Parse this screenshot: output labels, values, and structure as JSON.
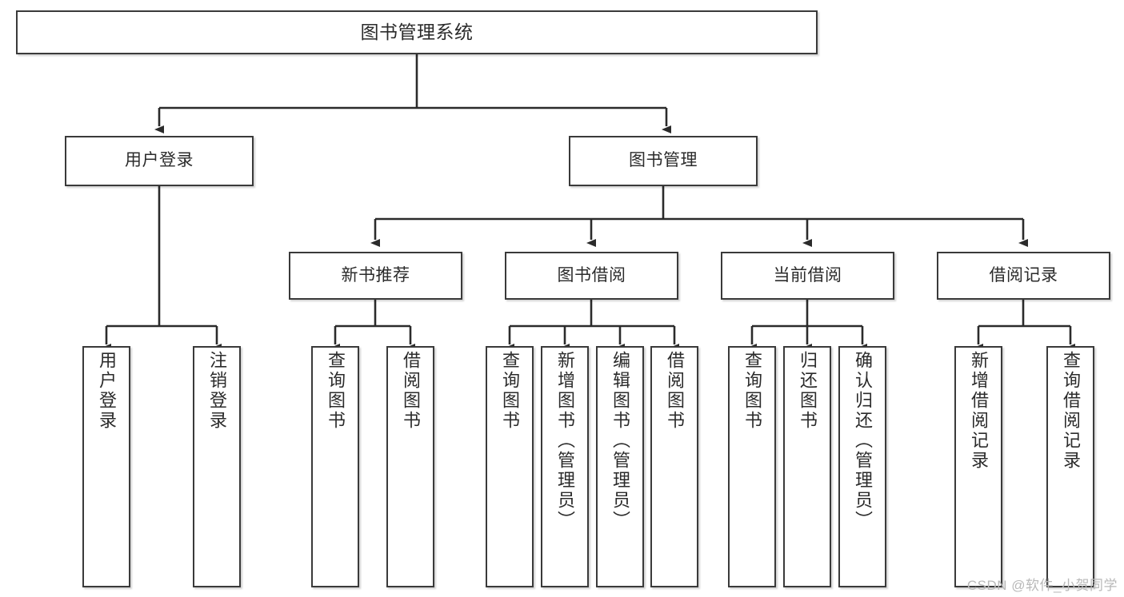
{
  "diagram": {
    "title": "图书管理系统",
    "type": "tree",
    "watermark": "CSDN @软件_小贺同学",
    "colors": {
      "box_border": "#3a3a3a",
      "box_fill": "#ffffff",
      "connector": "#2b2b2b",
      "text": "#2b2b2b",
      "watermark": "#b9b9b9"
    },
    "nodes": {
      "root": {
        "label": "图书管理系统"
      },
      "level2": [
        {
          "id": "user-login",
          "label": "用户登录"
        },
        {
          "id": "book-manage",
          "label": "图书管理"
        }
      ],
      "level3": [
        {
          "id": "new-book-recommend",
          "label": "新书推荐"
        },
        {
          "id": "book-borrow",
          "label": "图书借阅"
        },
        {
          "id": "current-borrow",
          "label": "当前借阅"
        },
        {
          "id": "borrow-record",
          "label": "借阅记录"
        }
      ],
      "leaves": {
        "user-login": [
          {
            "id": "leaf-user-login",
            "label": "用户登录"
          },
          {
            "id": "leaf-logout-login",
            "label": "注销登录"
          }
        ],
        "new-book-recommend": [
          {
            "id": "leaf-query-book-1",
            "label": "查询图书"
          },
          {
            "id": "leaf-borrow-book-1",
            "label": "借阅图书"
          }
        ],
        "book-borrow": [
          {
            "id": "leaf-query-book-2",
            "label": "查询图书"
          },
          {
            "id": "leaf-add-book",
            "label": "新增图书（管理员）"
          },
          {
            "id": "leaf-edit-book",
            "label": "编辑图书（管理员）"
          },
          {
            "id": "leaf-borrow-book-2",
            "label": "借阅图书"
          }
        ],
        "current-borrow": [
          {
            "id": "leaf-query-book-3",
            "label": "查询图书"
          },
          {
            "id": "leaf-return-book",
            "label": "归还图书"
          },
          {
            "id": "leaf-confirm-return",
            "label": "确认归还（管理员）"
          }
        ],
        "borrow-record": [
          {
            "id": "leaf-add-record",
            "label": "新增借阅记录"
          },
          {
            "id": "leaf-query-record",
            "label": "查询借阅记录"
          }
        ]
      }
    }
  }
}
